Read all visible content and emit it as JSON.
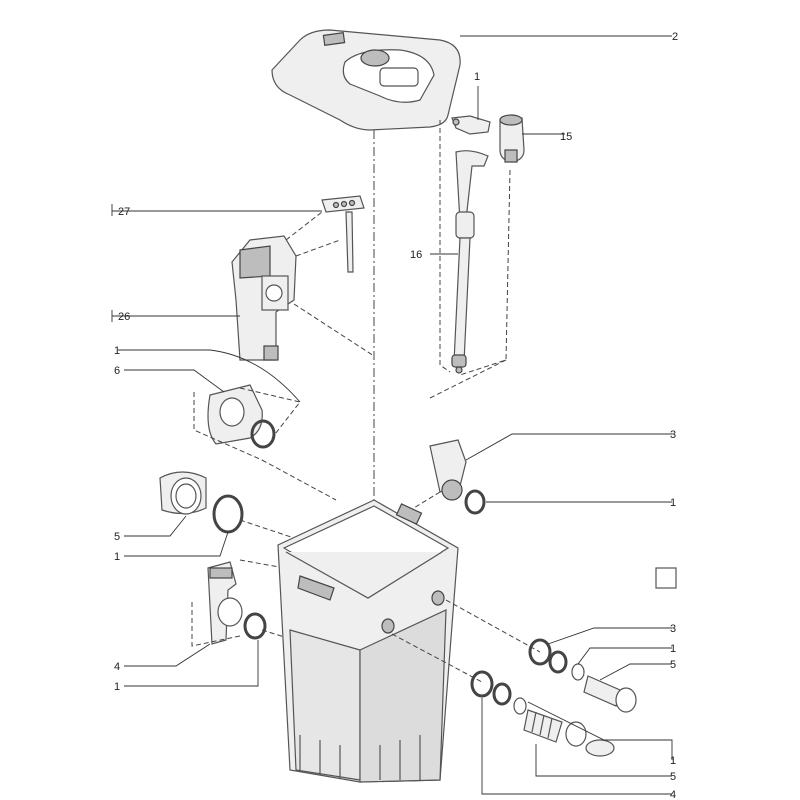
{
  "callouts": {
    "c2": "2",
    "c1_top": "1",
    "c15": "15",
    "c27": "27",
    "c16": "16",
    "c26": "26",
    "c1_left_a": "1",
    "c6": "6",
    "c3_right_a": "3",
    "c1_right_a": "1",
    "c5_left": "5",
    "c1_left_b": "1",
    "c3_right_b": "3",
    "c1_right_b": "1",
    "c5_right_a": "5",
    "c4_left": "4",
    "c1_left_c": "1",
    "c1_right_c": "1",
    "c5_right_b": "5",
    "c4_bottom": "4"
  }
}
